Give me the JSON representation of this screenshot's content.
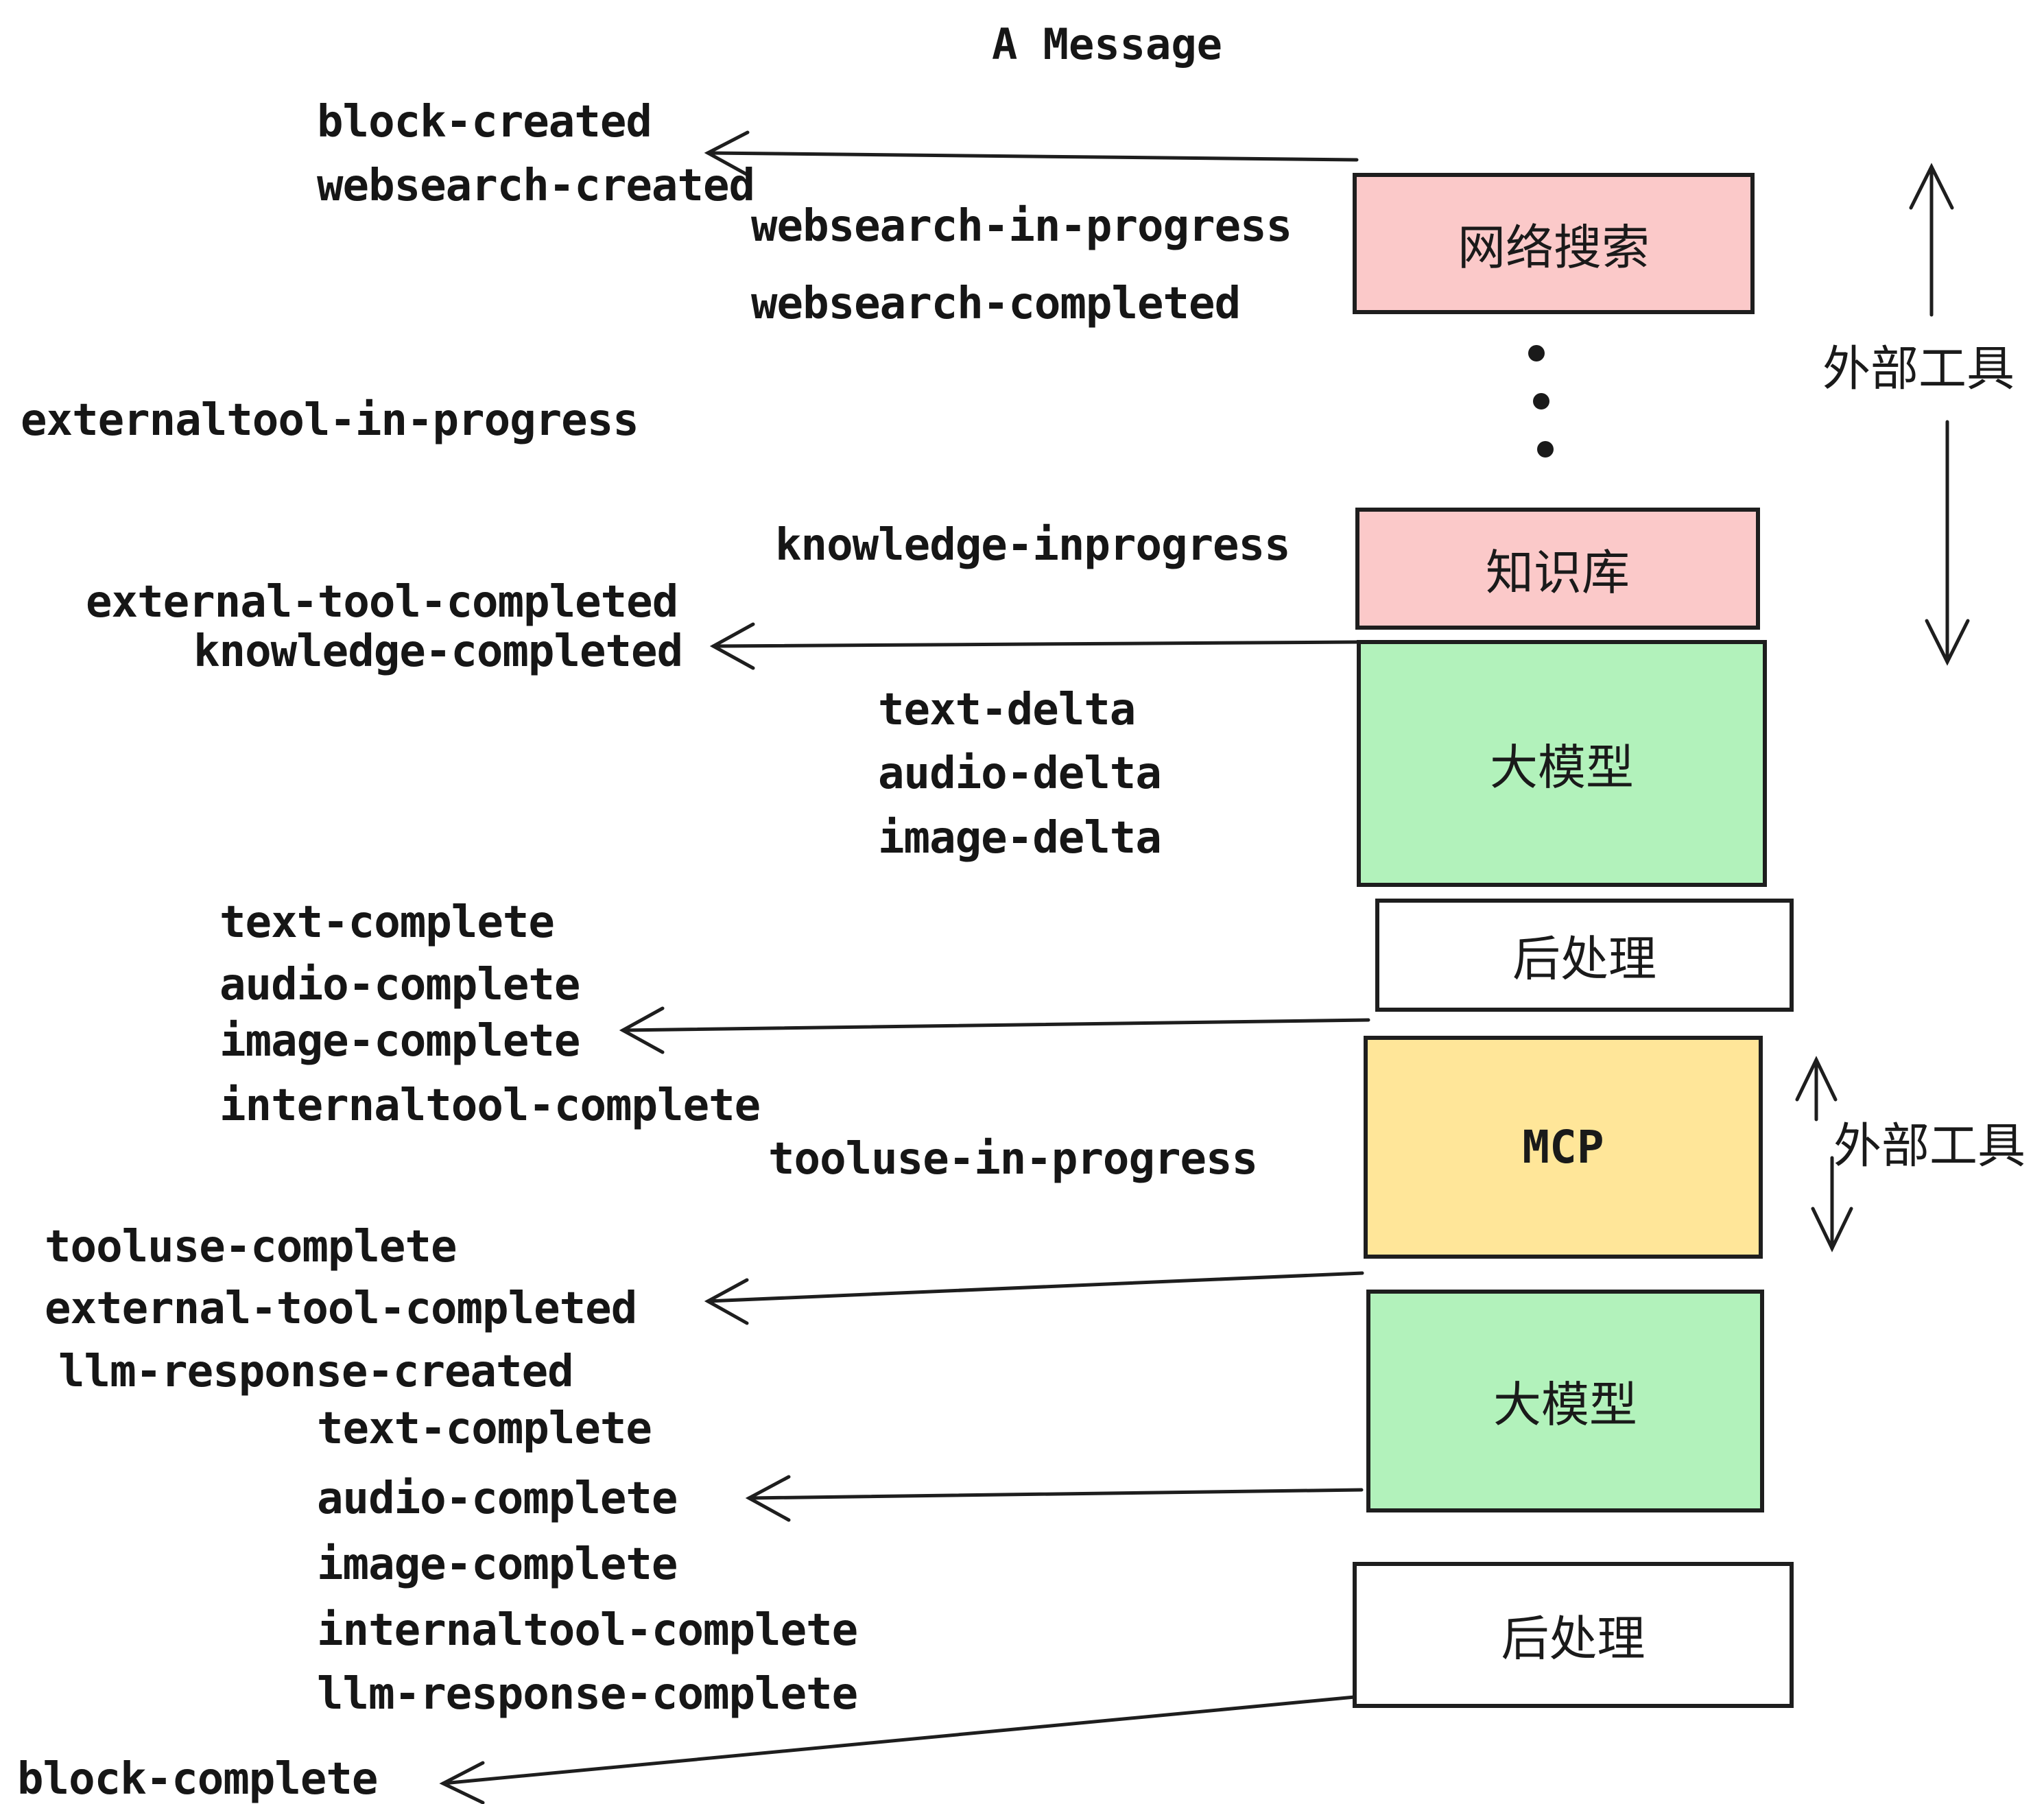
{
  "title": "A Message",
  "event_labels": [
    {
      "id": "block-created",
      "text": "block-created"
    },
    {
      "id": "websearch-created",
      "text": "websearch-created"
    },
    {
      "id": "websearch-in-progress",
      "text": "websearch-in-progress"
    },
    {
      "id": "websearch-completed",
      "text": "websearch-completed"
    },
    {
      "id": "externaltool-in-progress",
      "text": "externaltool-in-progress"
    },
    {
      "id": "knowledge-inprogress",
      "text": "knowledge-inprogress"
    },
    {
      "id": "external-tool-completed-1",
      "text": "external-tool-completed"
    },
    {
      "id": "knowledge-completed",
      "text": "knowledge-completed"
    },
    {
      "id": "text-delta-1",
      "text": "text-delta"
    },
    {
      "id": "audio-delta-1",
      "text": "audio-delta"
    },
    {
      "id": "image-delta-1",
      "text": "image-delta"
    },
    {
      "id": "text-complete-1",
      "text": "text-complete"
    },
    {
      "id": "audio-complete-1",
      "text": "audio-complete"
    },
    {
      "id": "image-complete-1",
      "text": "image-complete"
    },
    {
      "id": "internaltool-complete-1",
      "text": "internaltool-complete"
    },
    {
      "id": "tooluse-in-progress",
      "text": "tooluse-in-progress"
    },
    {
      "id": "tooluse-complete",
      "text": "tooluse-complete"
    },
    {
      "id": "external-tool-completed-2",
      "text": "external-tool-completed"
    },
    {
      "id": "llm-response-created",
      "text": "llm-response-created"
    },
    {
      "id": "text-complete-2",
      "text": "text-complete"
    },
    {
      "id": "audio-complete-2",
      "text": "audio-complete"
    },
    {
      "id": "image-complete-2",
      "text": "image-complete"
    },
    {
      "id": "internaltool-complete-2",
      "text": "internaltool-complete"
    },
    {
      "id": "llm-response-complete",
      "text": "llm-response-complete"
    },
    {
      "id": "block-complete",
      "text": "block-complete"
    }
  ],
  "boxes": [
    {
      "id": "websearch",
      "label": "网络搜索",
      "color": "#FBC9C9"
    },
    {
      "id": "knowledge",
      "label": "知识库",
      "color": "#FBC9C9"
    },
    {
      "id": "llm-1",
      "label": "大模型",
      "color": "#B2F2BB"
    },
    {
      "id": "post-1",
      "label": "后处理",
      "color": "#FFFFFF"
    },
    {
      "id": "mcp",
      "label": "MCP",
      "color": "#FFE699"
    },
    {
      "id": "llm-2",
      "label": "大模型",
      "color": "#B2F2BB"
    },
    {
      "id": "post-2",
      "label": "后处理",
      "color": "#FFFFFF"
    }
  ],
  "side_labels": [
    {
      "id": "external-tools-1",
      "text": "外部工具"
    },
    {
      "id": "external-tools-2",
      "text": "外部工具"
    }
  ],
  "colors": {
    "pink": "#FBC9C9",
    "green": "#B2F2BB",
    "yellow": "#FFE699",
    "border": "#1e1e1e",
    "text": "#161616"
  }
}
